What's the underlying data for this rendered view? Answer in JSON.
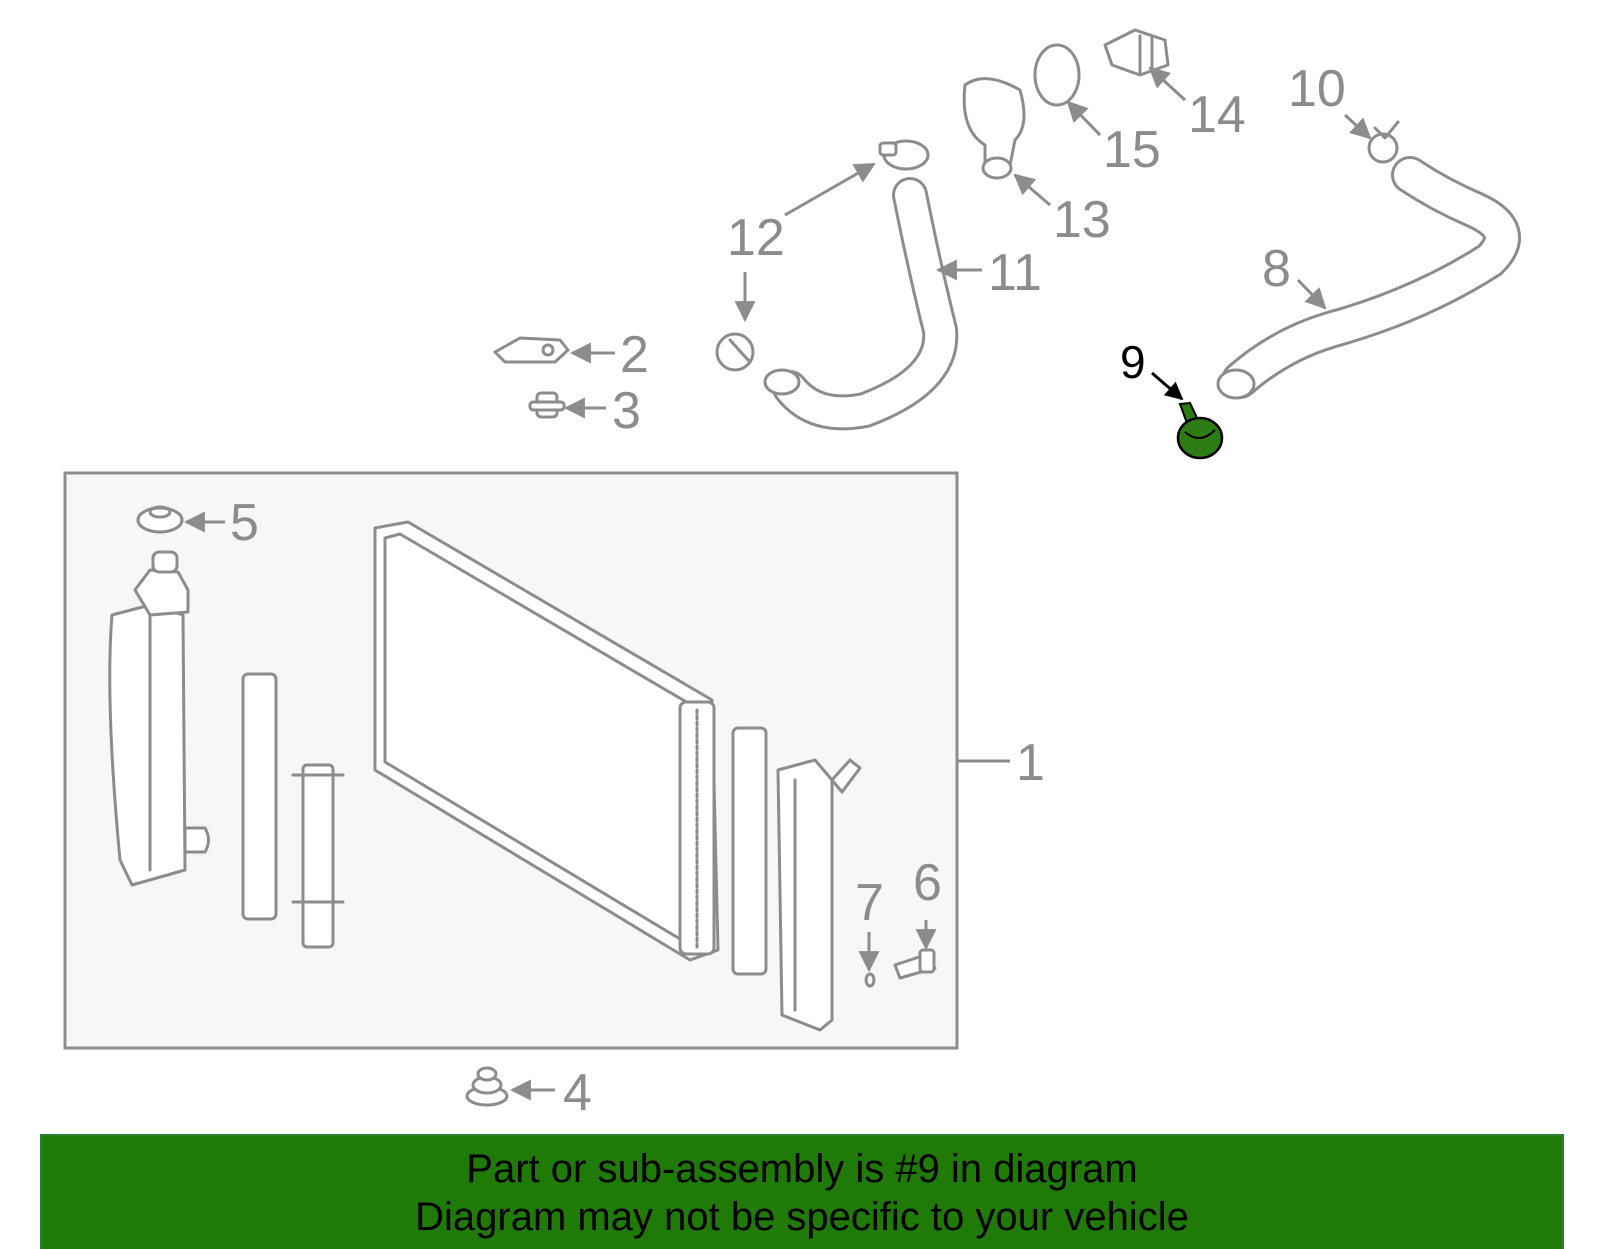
{
  "colors": {
    "line": "#8c8c8c",
    "highlight": "#2e7d14",
    "banner": "#1f7a08",
    "box_fill": "#f7f7f7",
    "text": "#000000"
  },
  "highlighted_part": "9",
  "callouts": {
    "c1": "1",
    "c2": "2",
    "c3": "3",
    "c4": "4",
    "c5": "5",
    "c6": "6",
    "c7": "7",
    "c8": "8",
    "c9": "9",
    "c10": "10",
    "c11": "11",
    "c12a": "12",
    "c13": "13",
    "c14": "14",
    "c15": "15"
  },
  "banner": {
    "line1": "Part or sub-assembly is #9 in diagram",
    "line2": "Diagram may not be specific to your vehicle"
  }
}
